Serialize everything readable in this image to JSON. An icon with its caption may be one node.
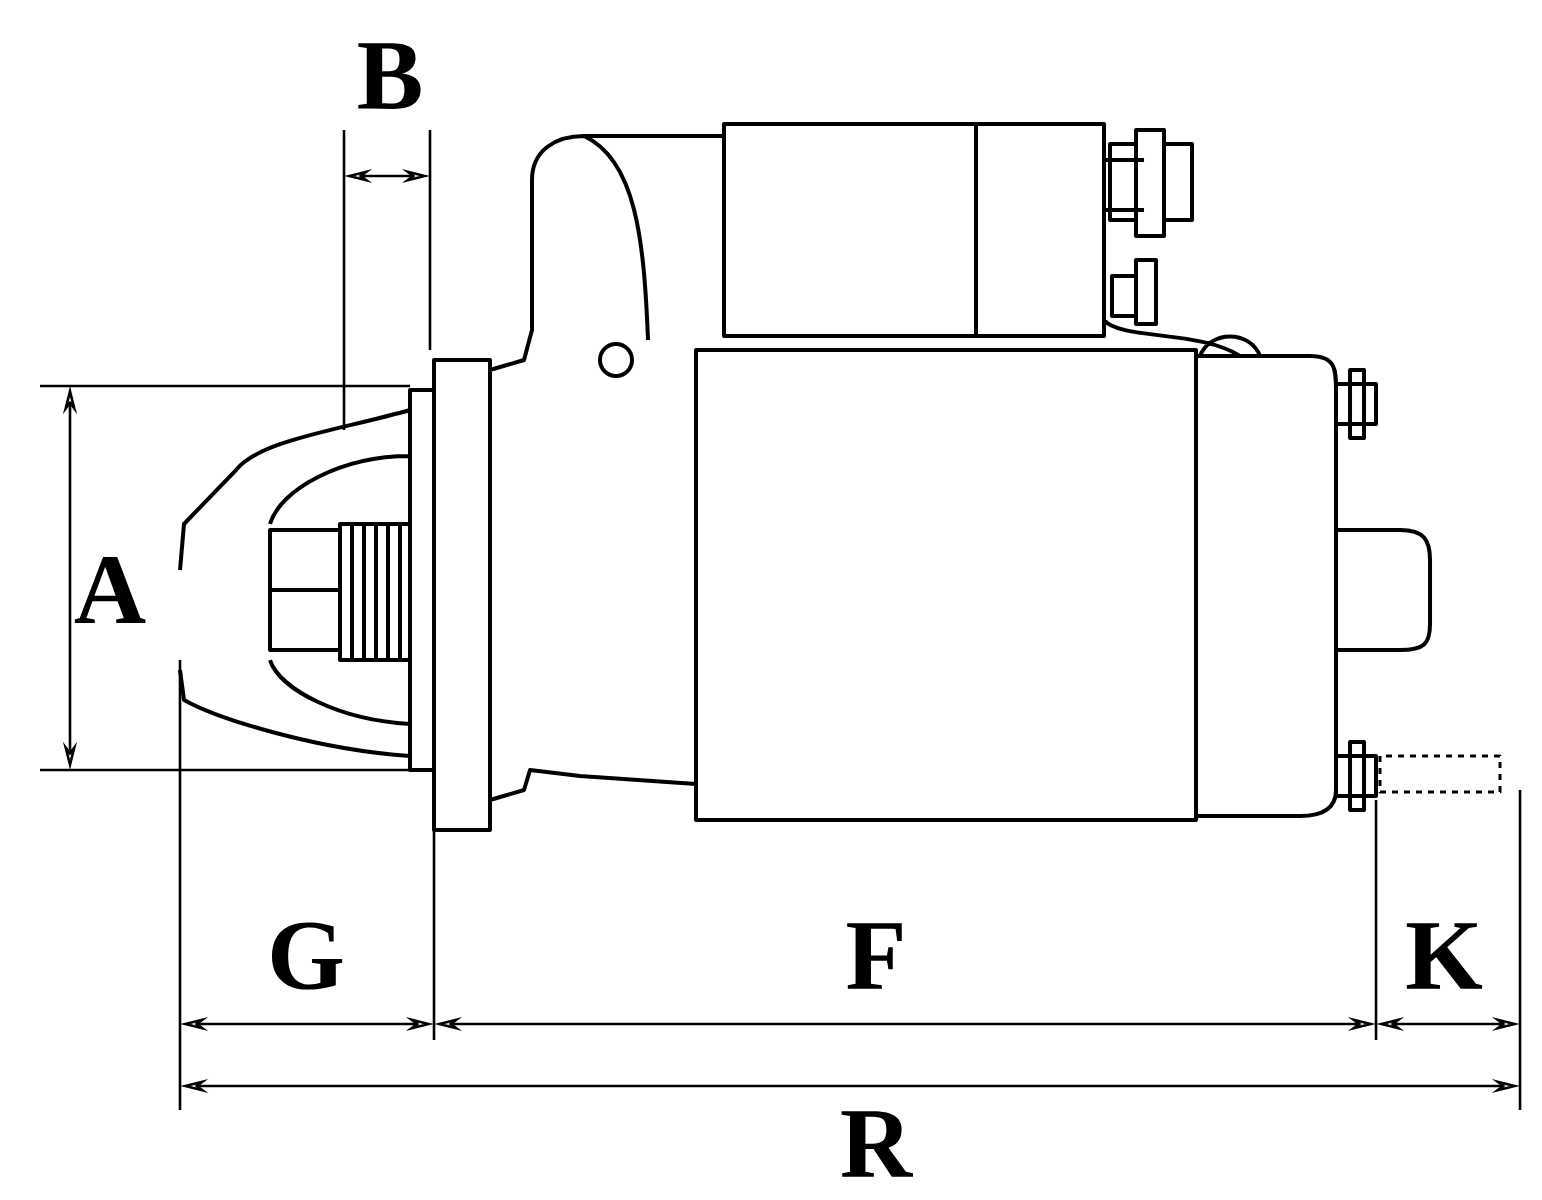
{
  "diagram": {
    "labels": [
      "B",
      "A",
      "G",
      "F",
      "K",
      "R"
    ]
  }
}
